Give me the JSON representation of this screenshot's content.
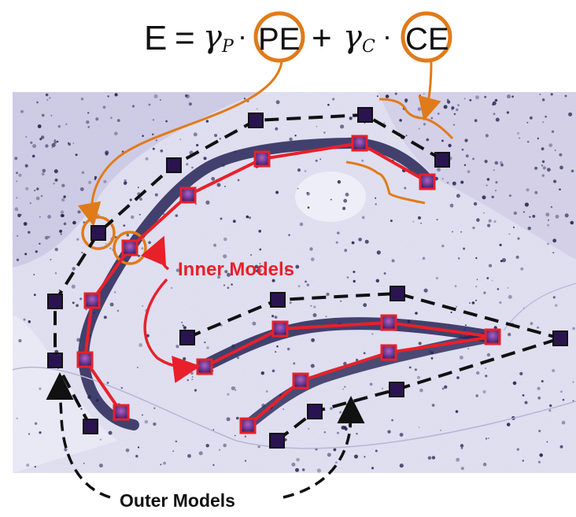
{
  "equation": {
    "lhs": "E",
    "equals": "=",
    "gamma_p": "γ",
    "gamma_p_sub": "P",
    "dot": "·",
    "pe": "PE",
    "plus": "+",
    "gamma_c": "γ",
    "gamma_c_sub": "C",
    "ce": "CE"
  },
  "labels": {
    "inner_models": "Inner Models",
    "outer_models": "Outer Models"
  },
  "colors": {
    "inner": "#e8202a",
    "outer": "#111111",
    "annotation": "#e07b1a",
    "tissue_bg": "#e4e3f2",
    "cell_dark": "#1e1f4a",
    "marker_outer_fill": "#2a1450",
    "marker_inner_fill": "#7a3a8a"
  }
}
